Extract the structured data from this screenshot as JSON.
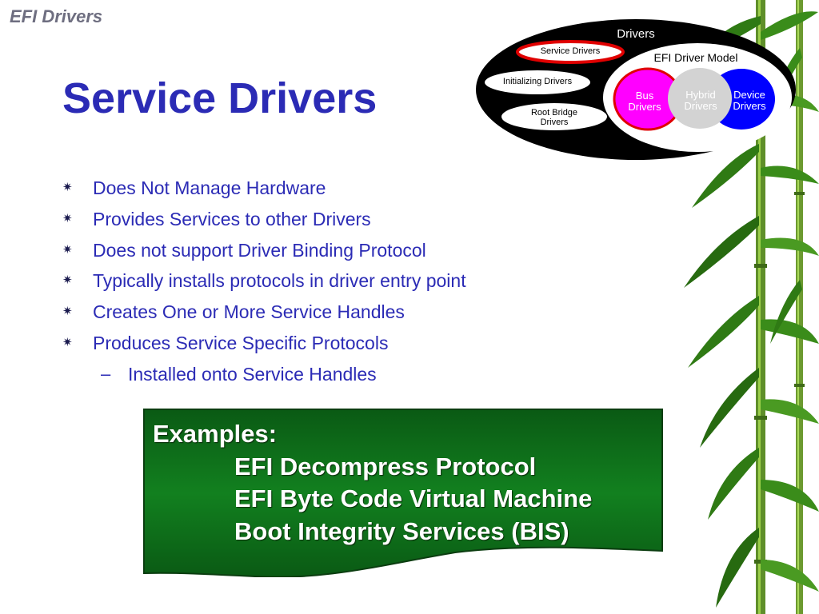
{
  "header": {
    "title": "EFI Drivers"
  },
  "slide": {
    "title": "Service Drivers",
    "bullets": [
      "Does Not Manage Hardware",
      "Provides Services to other Drivers",
      "Does not support Driver Binding Protocol",
      "Typically installs protocols in driver entry point",
      "Creates One or More Service Handles",
      "Produces Service Specific Protocols"
    ],
    "sub_bullet": "Installed onto Service Handles",
    "bullet_marker": "✷",
    "sub_marker": "–"
  },
  "examples": {
    "heading": "Examples:",
    "items": [
      "EFI Decompress Protocol",
      "EFI Byte Code Virtual Machine",
      "Boot Integrity Services (BIS)"
    ]
  },
  "diagram": {
    "outer_label": "Drivers",
    "service_drivers": "Service Drivers",
    "initializing_drivers": "Initializing Drivers",
    "root_bridge_line1": "Root Bridge",
    "root_bridge_line2": "Drivers",
    "model_label": "EFI Driver Model",
    "bus_line1": "Bus",
    "bus_line2": "Drivers",
    "hybrid_line1": "Hybrid",
    "hybrid_line2": "Drivers",
    "device_line1": "Device",
    "device_line2": "Drivers"
  },
  "colors": {
    "title_blue": "#2b2bb5",
    "header_gray": "#6e6e80",
    "box_green": "#0f6b1e",
    "bus_magenta": "#ff00ff",
    "device_blue": "#0000ff",
    "hybrid_gray": "#d3d3d3",
    "highlight_red": "#e00000"
  }
}
